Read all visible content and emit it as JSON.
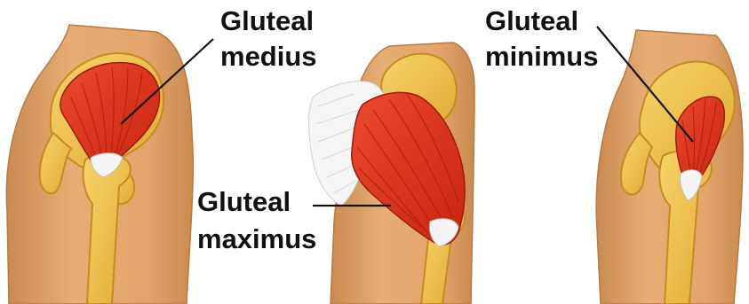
{
  "labels": {
    "gluteal_medius": {
      "line1": "Gluteal",
      "line2": "medius"
    },
    "gluteal_maximus": {
      "line1": "Gluteal",
      "line2": "maximus"
    },
    "gluteal_minimus": {
      "line1": "Gluteal",
      "line2": "minimus"
    }
  },
  "colors": {
    "skin": "#e2a56b",
    "skin_shadow": "#c98a50",
    "bone": "#f1c44e",
    "bone_edge": "#d49a2a",
    "muscle": "#e0321f",
    "muscle_fiber": "#a81a0e",
    "tendon": "#f4f4f4",
    "leader_line": "#111111"
  }
}
